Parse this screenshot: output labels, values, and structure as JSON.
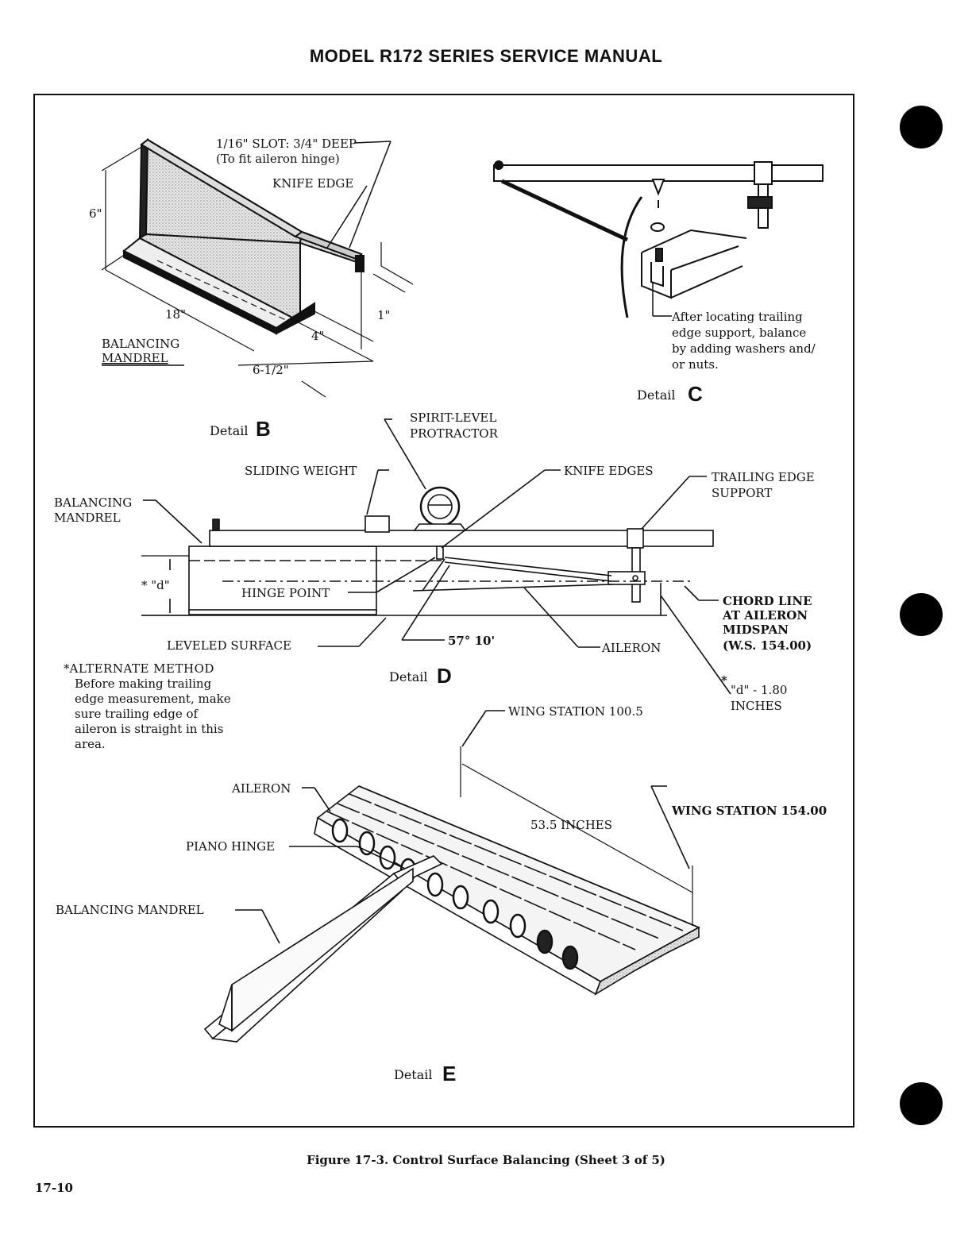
{
  "header": {
    "title": "MODEL R172 SERIES SERVICE MANUAL"
  },
  "detail_b": {
    "slot_label": "1/16\" SLOT: 3/4\" DEEP",
    "slot_sub": "(To fit aileron hinge)",
    "knife_edge": "KNIFE EDGE",
    "dim_6": "6\"",
    "dim_18": "18\"",
    "dim_4": "4\"",
    "dim_1": "1\"",
    "dim_6_5": "6-1/2\"",
    "mandrel_1": "BALANCING",
    "mandrel_2": "MANDREL",
    "detail_word": "Detail",
    "detail_letter": "B"
  },
  "detail_c": {
    "note_1": "After locating trailing",
    "note_2": "edge support, balance",
    "note_3": "by adding washers and/",
    "note_4": "or nuts.",
    "detail_word": "Detail",
    "detail_letter": "C"
  },
  "detail_d": {
    "spirit_1": "SPIRIT-LEVEL",
    "spirit_2": "PROTRACTOR",
    "sliding_weight": "SLIDING WEIGHT",
    "knife_edges": "KNIFE EDGES",
    "trailing_1": "TRAILING EDGE",
    "trailing_2": "SUPPORT",
    "mandrel_1": "BALANCING",
    "mandrel_2": "MANDREL",
    "d_label": "* \"d\"",
    "hinge_point": "HINGE POINT",
    "chord_1": "CHORD LINE",
    "chord_2": "AT AILERON",
    "chord_3": "MIDSPAN",
    "chord_4": "(W.S. 154.00)",
    "leveled_surface": "LEVELED SURFACE",
    "angle": "57° 10'",
    "aileron": "AILERON",
    "d_value_1": "\"d\" - 1.80",
    "d_value_2": "INCHES",
    "detail_word": "Detail",
    "detail_letter": "D"
  },
  "alternate": {
    "heading": "ALTERNATE METHOD",
    "lines": [
      "Before making trailing",
      "edge measurement, make",
      "sure trailing edge of",
      "aileron is straight in this",
      "area."
    ]
  },
  "detail_e": {
    "ws_100": "WING STATION 100.5",
    "aileron": "AILERON",
    "ws_154": "WING STATION 154.00",
    "span": "53.5 INCHES",
    "piano_hinge": "PIANO HINGE",
    "mandrel": "BALANCING MANDREL",
    "detail_word": "Detail",
    "detail_letter": "E"
  },
  "footer": {
    "caption": "Figure 17-3.  Control Surface Balancing (Sheet 3 of 5)",
    "page": "17-10"
  }
}
